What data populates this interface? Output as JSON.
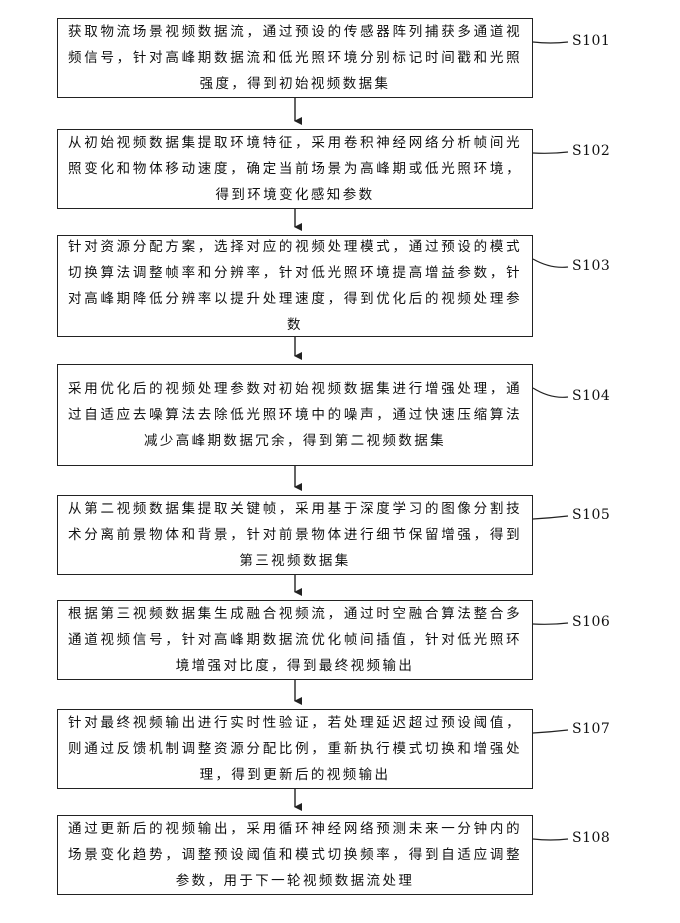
{
  "steps": [
    {
      "id": "S101",
      "text": "获取物流场景视频数据流，通过预设的传感器阵列捕获多通道视频信号，针对高峰期数据流和低光照环境分别标记时间戳和光照强度，得到初始视频数据集"
    },
    {
      "id": "S102",
      "text": "从初始视频数据集提取环境特征，采用卷积神经网络分析帧间光照变化和物体移动速度，确定当前场景为高峰期或低光照环境，得到环境变化感知参数"
    },
    {
      "id": "S103",
      "text": "针对资源分配方案，选择对应的视频处理模式，通过预设的模式切换算法调整帧率和分辨率，针对低光照环境提高增益参数，针对高峰期降低分辨率以提升处理速度，得到优化后的视频处理参数"
    },
    {
      "id": "S104",
      "text": "采用优化后的视频处理参数对初始视频数据集进行增强处理，通过自适应去噪算法去除低光照环境中的噪声，通过快速压缩算法减少高峰期数据冗余，得到第二视频数据集"
    },
    {
      "id": "S105",
      "text": "从第二视频数据集提取关键帧，采用基于深度学习的图像分割技术分离前景物体和背景，针对前景物体进行细节保留增强，得到第三视频数据集"
    },
    {
      "id": "S106",
      "text": "根据第三视频数据集生成融合视频流，通过时空融合算法整合多通道视频信号，针对高峰期数据流优化帧间插值，针对低光照环境增强对比度，得到最终视频输出"
    },
    {
      "id": "S107",
      "text": "针对最终视频输出进行实时性验证，若处理延迟超过预设阈值，则通过反馈机制调整资源分配比例，重新执行模式切换和增强处理，得到更新后的视频输出"
    },
    {
      "id": "S108",
      "text": "通过更新后的视频输出，采用循环神经网络预测未来一分钟内的场景变化趋势，调整预设阈值和模式切换频率，得到自适应调整参数，用于下一轮视频数据流处理"
    }
  ]
}
